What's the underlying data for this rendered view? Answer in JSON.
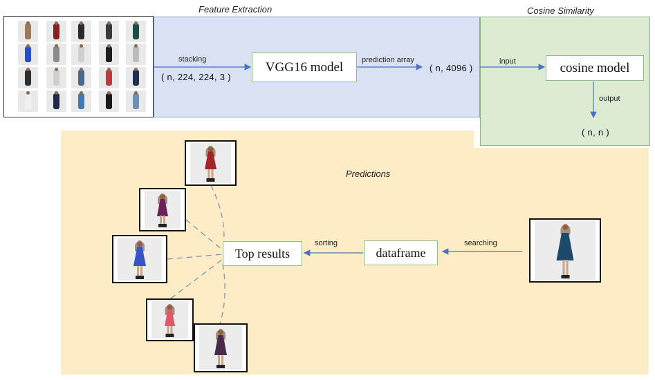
{
  "sections": {
    "feature_extraction": "Feature Extraction",
    "cosine_similarity": "Cosine Similarity",
    "predictions": "Predictions"
  },
  "boxes": {
    "vgg16": "VGG16 model",
    "cosine": "cosine model",
    "top_results": "Top results",
    "dataframe": "dataframe"
  },
  "labels": {
    "stacking": "stacking",
    "input_shape": "( n, 224, 224, 3 )",
    "prediction_array": "prediction array",
    "features_shape": "( n, 4096 )",
    "input": "input",
    "output": "output",
    "similarity_shape": "( n, n )",
    "sorting": "sorting",
    "searching": "searching"
  },
  "colors": {
    "feature_bg": "#d9e2f2",
    "cosine_bg": "#dcebd3",
    "predictions_bg": "#fdecc6",
    "box_border": "#8fbf7a",
    "arrow": "#4a72c4"
  },
  "grid_clothing_colors": [
    "#9a7a5a",
    "#8b1f1f",
    "#2a2a2a",
    "#3a3a3a",
    "#1f4a45",
    "#2a4fc0",
    "#8a8a8a",
    "#cfcfcf",
    "#1e1e1e",
    "#bcbcbc",
    "#2d2d2d",
    "#cfcfcf",
    "#4a6a8a",
    "#c03a3a",
    "#1d2f4a",
    "#f0f0f0",
    "#1f2a4a",
    "#3f7ab5",
    "#1a1a1a",
    "#6f8fb5"
  ],
  "result_dress_colors": [
    "#a12626",
    "#6a1f5a",
    "#3553c9",
    "#e0566a",
    "#4a2a4a"
  ],
  "query_dress_color": "#1e4a6a"
}
